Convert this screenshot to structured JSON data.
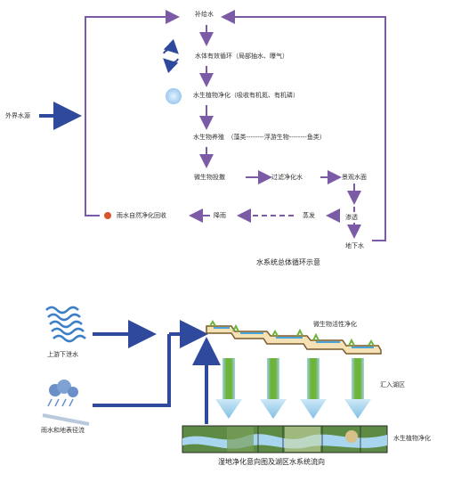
{
  "cycle": {
    "top": "补给水",
    "step1": "水体有效循环（局部抽水、曝气）",
    "step2": "水生植物净化（吸收有机氮、有机磷）",
    "step3": "水生物养殖　（藻类--------浮游生物--------鱼类）",
    "step4": "微生物投撒",
    "step4b": "过滤净化水",
    "step4c": "景观水面",
    "left_input": "外界水源",
    "bottom_left": "雨水自然净化回收",
    "bottom_mid": "降雨",
    "bottom_evap": "蒸发",
    "seep": "渗透",
    "ground": "地下水",
    "caption": "水系统总体循环示意"
  },
  "wetland": {
    "upstream": "上游下泄水",
    "runoff": "雨水和地表径流",
    "micro": "微生物活性净化",
    "lake": "汇入湖区",
    "plants": "水生植物净化",
    "caption": "湿地净化意向图及湖区水系统流向"
  },
  "colors": {
    "purple": "#7b5aa6",
    "blue": "#2f4a9c",
    "green": "#6fb43a",
    "lightblue": "#a9d3ee"
  }
}
